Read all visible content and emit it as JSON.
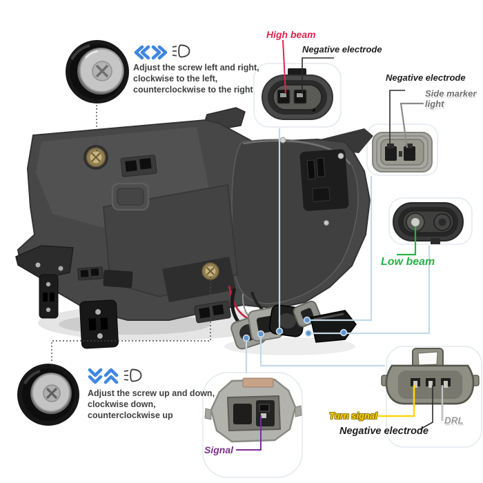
{
  "product": "headlight-assembly-rear-view-diagram",
  "palette": {
    "high_beam_red": "#e0234e",
    "low_beam_green": "#27b24a",
    "turn_signal_yellow": "#ffd60a",
    "signal_purple": "#7c2d8e",
    "drl_gray": "#9a9a9a",
    "side_marker_gray": "#6f6f6f",
    "chevron_blue": "#3f86e0",
    "callout_line_blue": "#c3d9e8",
    "instruction_text": "#3f3f3f"
  },
  "instructions": {
    "top": {
      "line1": "Adjust the screw left and right,",
      "line2": "clockwise to the left,",
      "line3": "counterclockwise to the right"
    },
    "bottom": {
      "line1": "Adjust the screw up and down,",
      "line2": "clockwise down,",
      "line3": "counterclockwise up"
    }
  },
  "labels": {
    "high_beam": "High beam",
    "negative_electrode_top": "Negative electrode",
    "negative_electrode_right": "Negative electrode",
    "side_marker_line1": "Side marker",
    "side_marker_line2": "light",
    "low_beam": "Low beam",
    "turn_signal": "Turn signal",
    "negative_electrode_bottom": "Negative electrode",
    "drl": "DRL",
    "signal": "Signal"
  },
  "icons": {
    "adjust_left_right": [
      "double-chevron-left-icon",
      "double-chevron-right-icon",
      "headlight-beam-icon"
    ],
    "adjust_up_down": [
      "double-chevron-down-icon",
      "double-chevron-up-icon",
      "headlight-beam-icon"
    ]
  }
}
